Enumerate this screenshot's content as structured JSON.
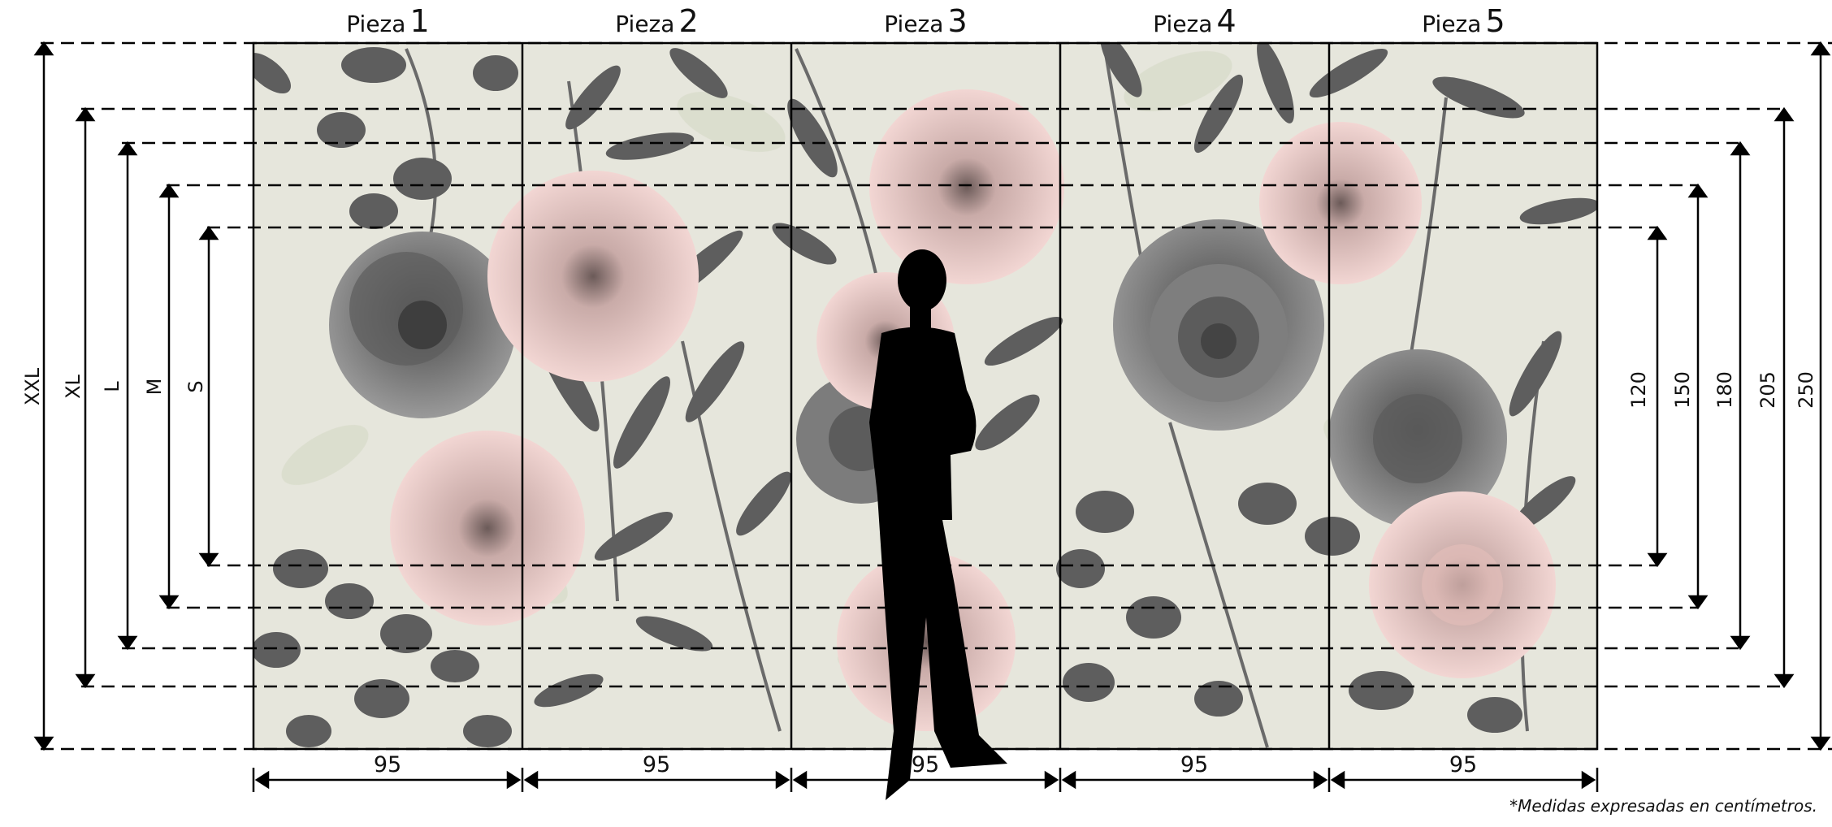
{
  "pieces": [
    {
      "word": "Pieza",
      "num": "1"
    },
    {
      "word": "Pieza",
      "num": "2"
    },
    {
      "word": "Pieza",
      "num": "3"
    },
    {
      "word": "Pieza",
      "num": "4"
    },
    {
      "word": "Pieza",
      "num": "5"
    }
  ],
  "sizes": {
    "left": [
      "XXL",
      "XL",
      "L",
      "M",
      "S"
    ],
    "right": [
      "120",
      "150",
      "180",
      "205",
      "250"
    ]
  },
  "widths": [
    "95",
    "95",
    "95",
    "95",
    "95"
  ],
  "footnote": "*Medidas expresadas en centímetros.",
  "colors": {
    "panel_bg": "#e6e6dc",
    "flower_pink": "#f2d2cf",
    "flower_grey": "#6e6e6e",
    "leaf_dark": "#5a5a5a",
    "line": "#000000"
  }
}
